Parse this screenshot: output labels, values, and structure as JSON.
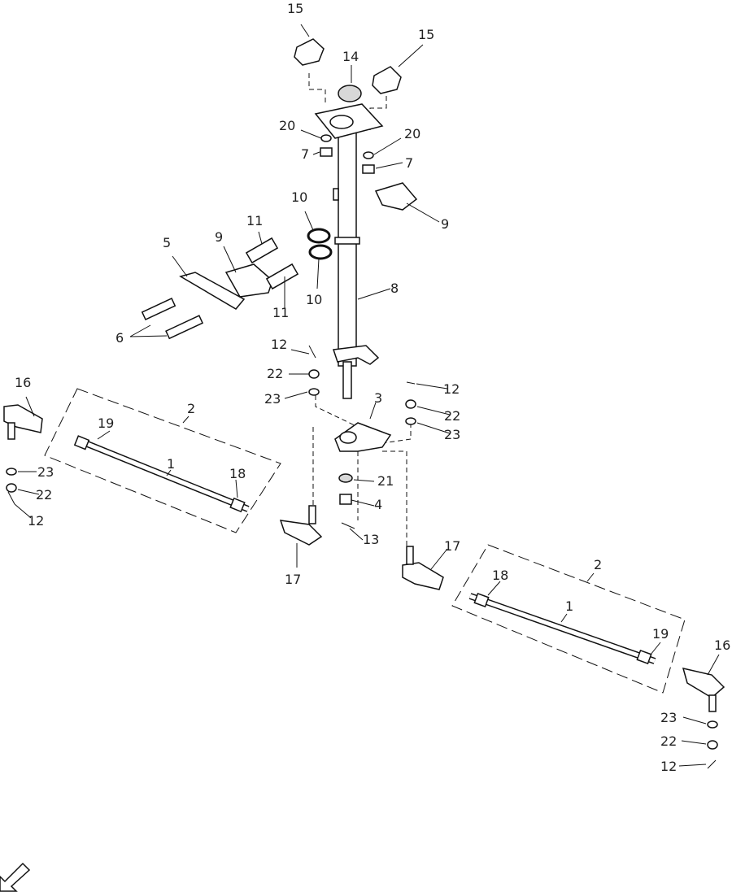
{
  "diagram": {
    "title": "Steering column and tie rod assembly exploded view",
    "callouts": [
      "15",
      "15",
      "14",
      "20",
      "7",
      "20",
      "7",
      "10",
      "9",
      "11",
      "9",
      "5",
      "10",
      "11",
      "8",
      "6",
      "12",
      "22",
      "23",
      "12",
      "22",
      "3",
      "23",
      "16",
      "2",
      "19",
      "1",
      "23",
      "18",
      "21",
      "22",
      "12",
      "4",
      "13",
      "17",
      "17",
      "2",
      "18",
      "1",
      "19",
      "16",
      "23",
      "22",
      "12"
    ],
    "orientation_icon": "front-arrow-icon"
  }
}
